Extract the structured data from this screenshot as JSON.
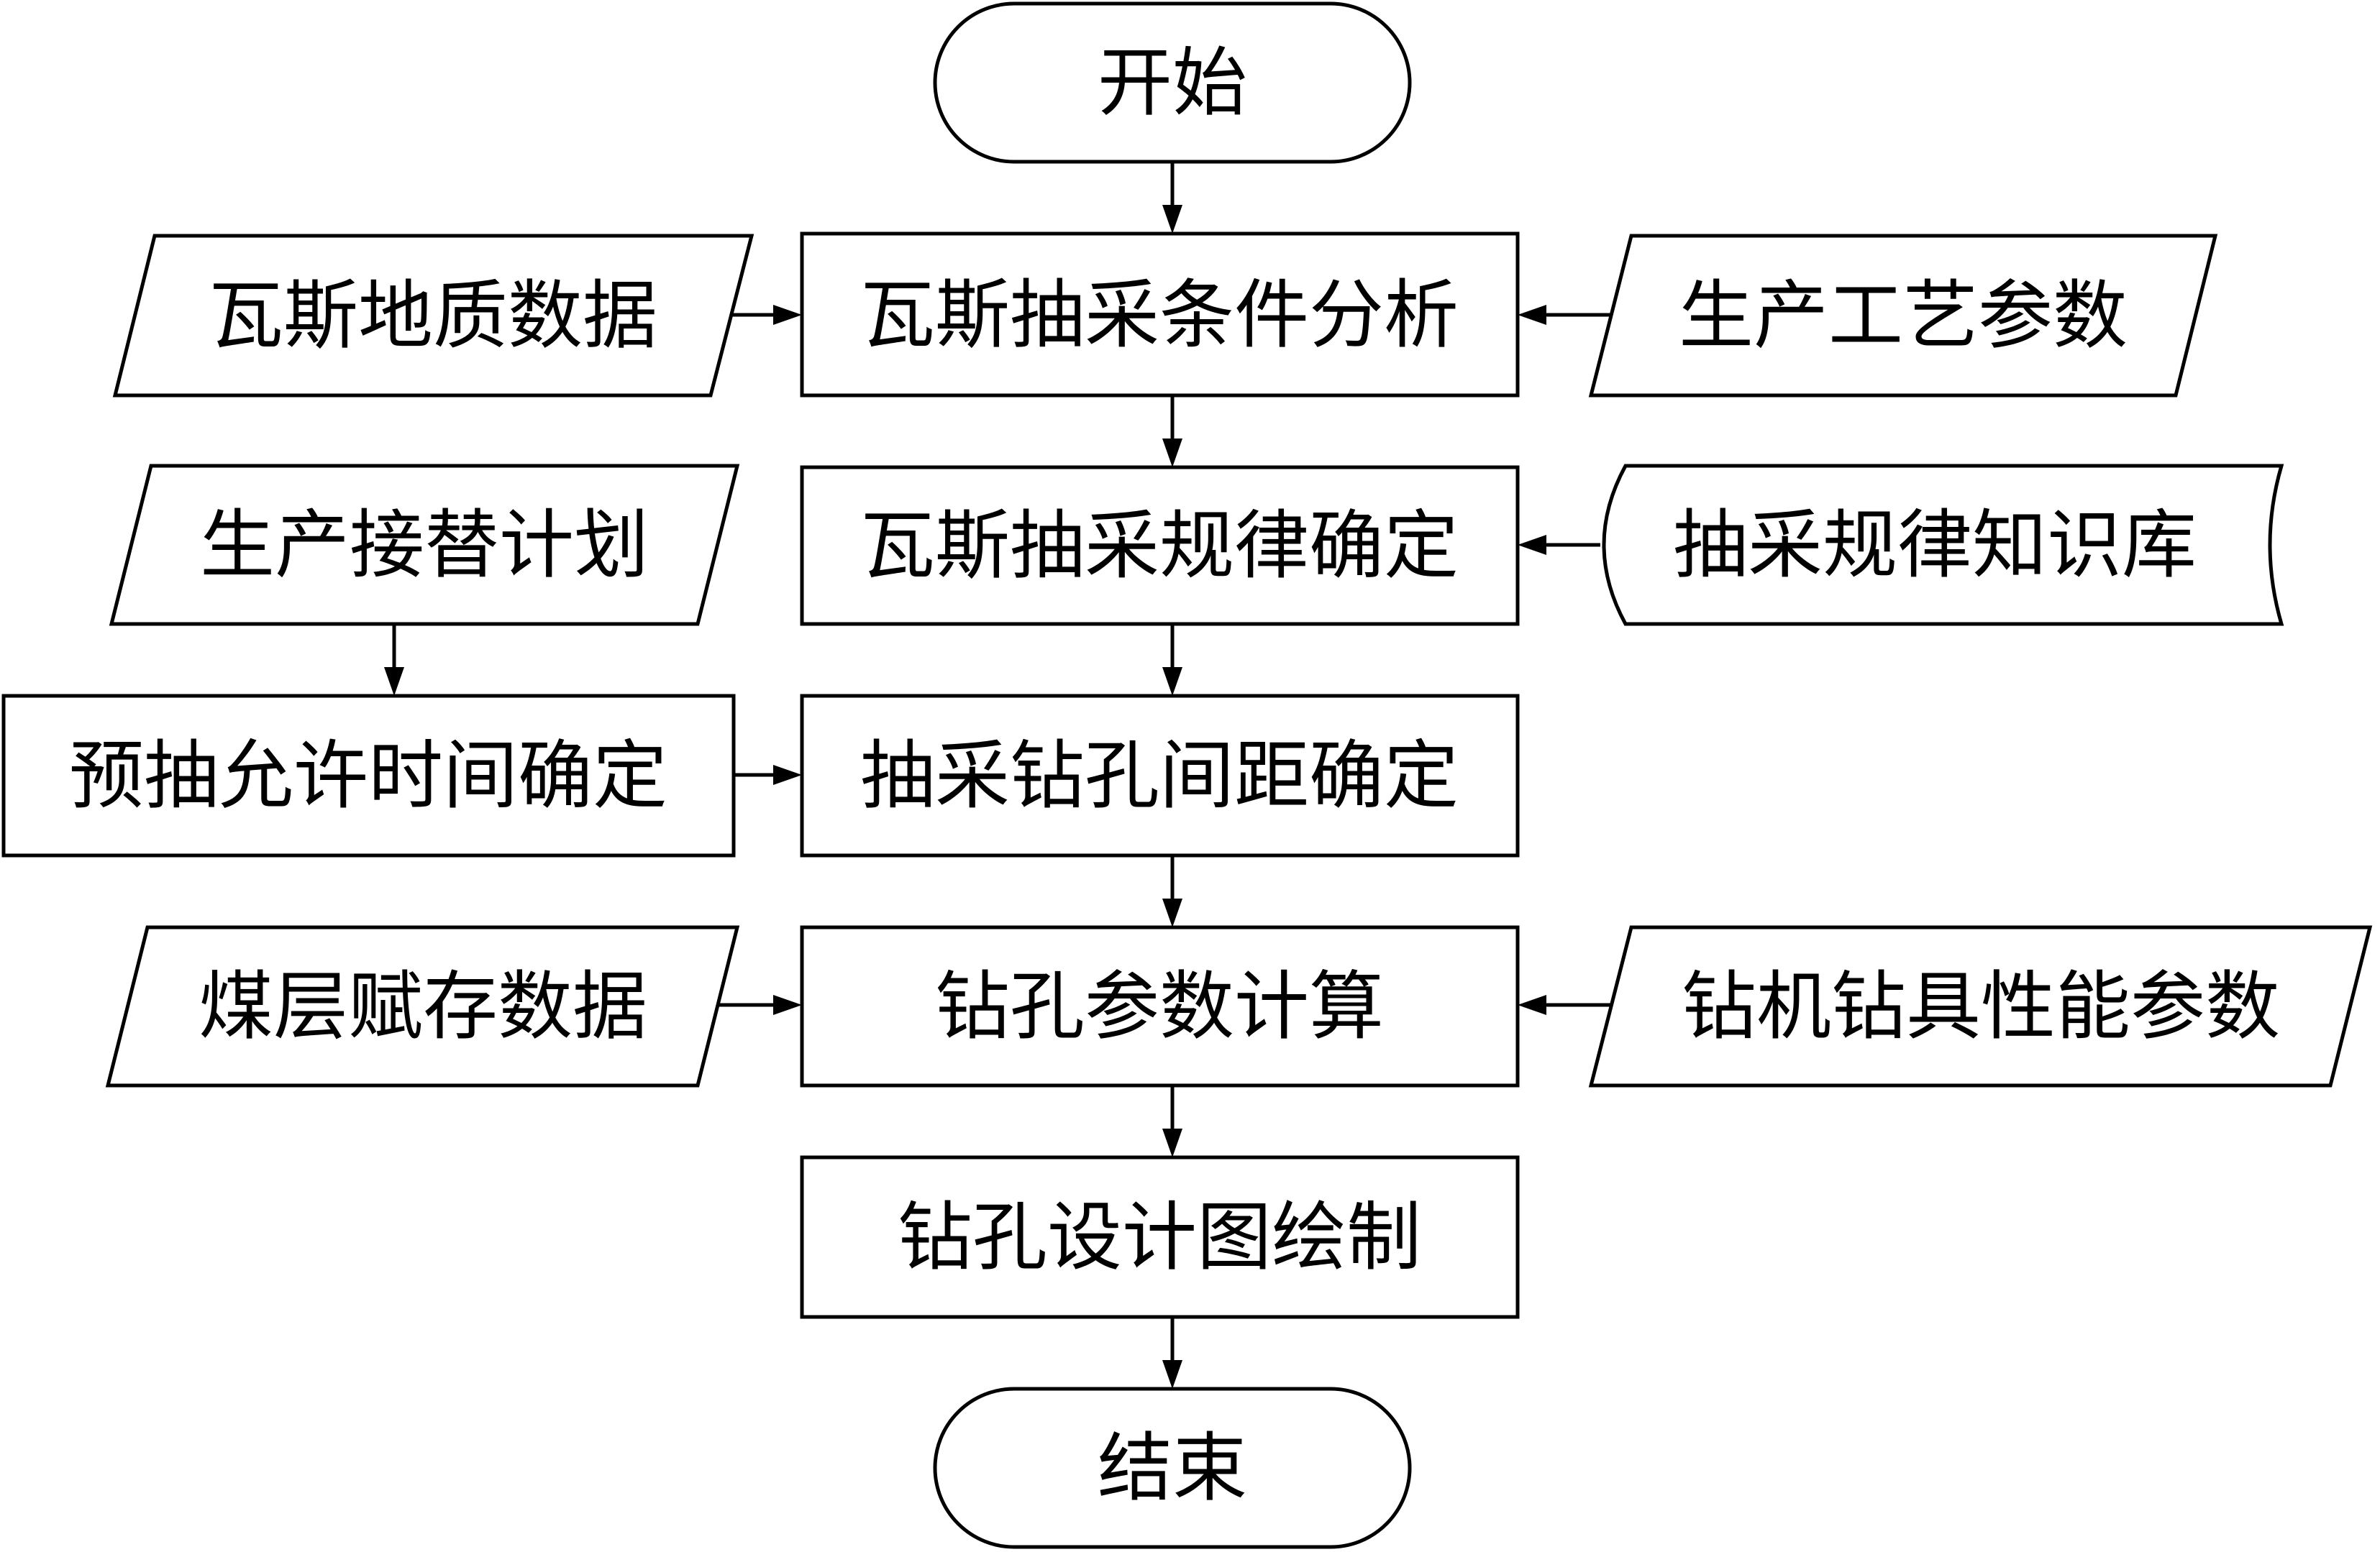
{
  "nodes": {
    "start": {
      "label": "开始",
      "shape": "terminal"
    },
    "gas_geology_data": {
      "label": "瓦斯地质数据",
      "shape": "data"
    },
    "condition_analysis": {
      "label": "瓦斯抽采条件分析",
      "shape": "process"
    },
    "production_process_params": {
      "label": "生产工艺参数",
      "shape": "data"
    },
    "production_succession_plan": {
      "label": "生产接替计划",
      "shape": "data"
    },
    "pattern_determination": {
      "label": "瓦斯抽采规律确定",
      "shape": "process"
    },
    "pattern_knowledge_base": {
      "label": "抽采规律知识库",
      "shape": "stored-data"
    },
    "pre_drainage_time": {
      "label": "预抽允许时间确定",
      "shape": "process"
    },
    "borehole_spacing": {
      "label": "抽采钻孔间距确定",
      "shape": "process"
    },
    "coal_seam_data": {
      "label": "煤层赋存数据",
      "shape": "data"
    },
    "borehole_param_calc": {
      "label": "钻孔参数计算",
      "shape": "process"
    },
    "drill_rig_params": {
      "label": "钻机钻具性能参数",
      "shape": "data"
    },
    "design_drawing": {
      "label": "钻孔设计图绘制",
      "shape": "process"
    },
    "end": {
      "label": "结束",
      "shape": "terminal"
    }
  },
  "edges": [
    {
      "from": "start",
      "to": "condition_analysis"
    },
    {
      "from": "gas_geology_data",
      "to": "condition_analysis"
    },
    {
      "from": "production_process_params",
      "to": "condition_analysis"
    },
    {
      "from": "condition_analysis",
      "to": "pattern_determination"
    },
    {
      "from": "pattern_knowledge_base",
      "to": "pattern_determination"
    },
    {
      "from": "production_succession_plan",
      "to": "pre_drainage_time"
    },
    {
      "from": "pattern_determination",
      "to": "borehole_spacing"
    },
    {
      "from": "pre_drainage_time",
      "to": "borehole_spacing"
    },
    {
      "from": "borehole_spacing",
      "to": "borehole_param_calc"
    },
    {
      "from": "coal_seam_data",
      "to": "borehole_param_calc"
    },
    {
      "from": "drill_rig_params",
      "to": "borehole_param_calc"
    },
    {
      "from": "borehole_param_calc",
      "to": "design_drawing"
    },
    {
      "from": "design_drawing",
      "to": "end"
    }
  ]
}
